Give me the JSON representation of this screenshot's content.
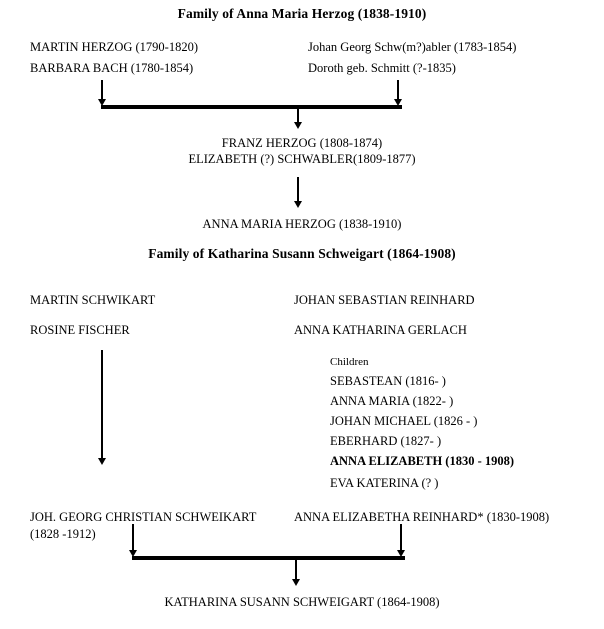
{
  "document": {
    "type": "genealogy-chart"
  },
  "section1": {
    "title": "Family of Anna Maria Herzog (1838-1910)",
    "left_parents": [
      "MARTIN HERZOG (1790-1820)",
      "BARBARA BACH (1780-1854)"
    ],
    "right_parents": [
      "Johan Georg Schw(m?)abler (1783-1854)",
      "Doroth geb. Schmitt (?-1835)"
    ],
    "couple": [
      "FRANZ HERZOG (1808-1874)",
      "ELIZABETH (?) SCHWABLER(1809-1877)"
    ],
    "descendant": "ANNA MARIA HERZOG (1838-1910)"
  },
  "section2": {
    "title": "Family of Katharina Susann Schweigart (1864-1908)",
    "left_parents": [
      "MARTIN SCHWIKART",
      "ROSINE FISCHER"
    ],
    "right_parents": [
      "JOHAN SEBASTIAN REINHARD",
      "ANNA KATHARINA GERLACH"
    ],
    "children_label": "Children",
    "children": [
      {
        "name": "SEBASTEAN (1816-   )",
        "bold": false
      },
      {
        "name": "ANNA MARIA (1822- )",
        "bold": false
      },
      {
        "name": "JOHAN MICHAEL (1826 - )",
        "bold": false
      },
      {
        "name": "EBERHARD (1827- )",
        "bold": false
      },
      {
        "name": "ANNA ELIZABETH (1830 - 1908)",
        "bold": true
      },
      {
        "name": "EVA KATERINA (? )",
        "bold": false
      }
    ],
    "couple_left_line1": "JOH. GEORG CHRISTIAN SCHWEIKART",
    "couple_left_line2": "(1828 -1912)",
    "couple_right": "ANNA ELIZABETHA REINHARD* (1830-1908)",
    "descendant": "KATHARINA SUSANN SCHWEIGART (1864-1908)"
  },
  "colors": {
    "ink": "#000000",
    "page": "#ffffff"
  }
}
